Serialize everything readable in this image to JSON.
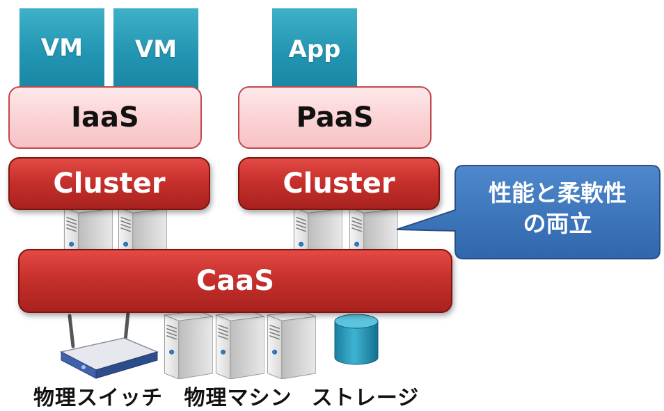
{
  "vm_boxes": [
    {
      "label": "VM"
    },
    {
      "label": "VM"
    }
  ],
  "app_box": {
    "label": "App"
  },
  "iaas": {
    "label": "IaaS"
  },
  "paas": {
    "label": "PaaS"
  },
  "cluster_left": {
    "label": "Cluster"
  },
  "cluster_right": {
    "label": "Cluster"
  },
  "caas": {
    "label": "CaaS"
  },
  "callout": {
    "line1": "性能と柔軟性",
    "line2": "の両立"
  },
  "bottom_labels": {
    "switch": "物理スイッチ",
    "machine": "物理マシン",
    "storage": "ストレージ"
  },
  "colors": {
    "teal": "#2295b2",
    "pink": "#fbd3d5",
    "red": "#c7302c",
    "callout_blue": "#3a74b8"
  },
  "icons": [
    "server-icon",
    "network-switch-icon",
    "storage-cylinder-icon"
  ]
}
